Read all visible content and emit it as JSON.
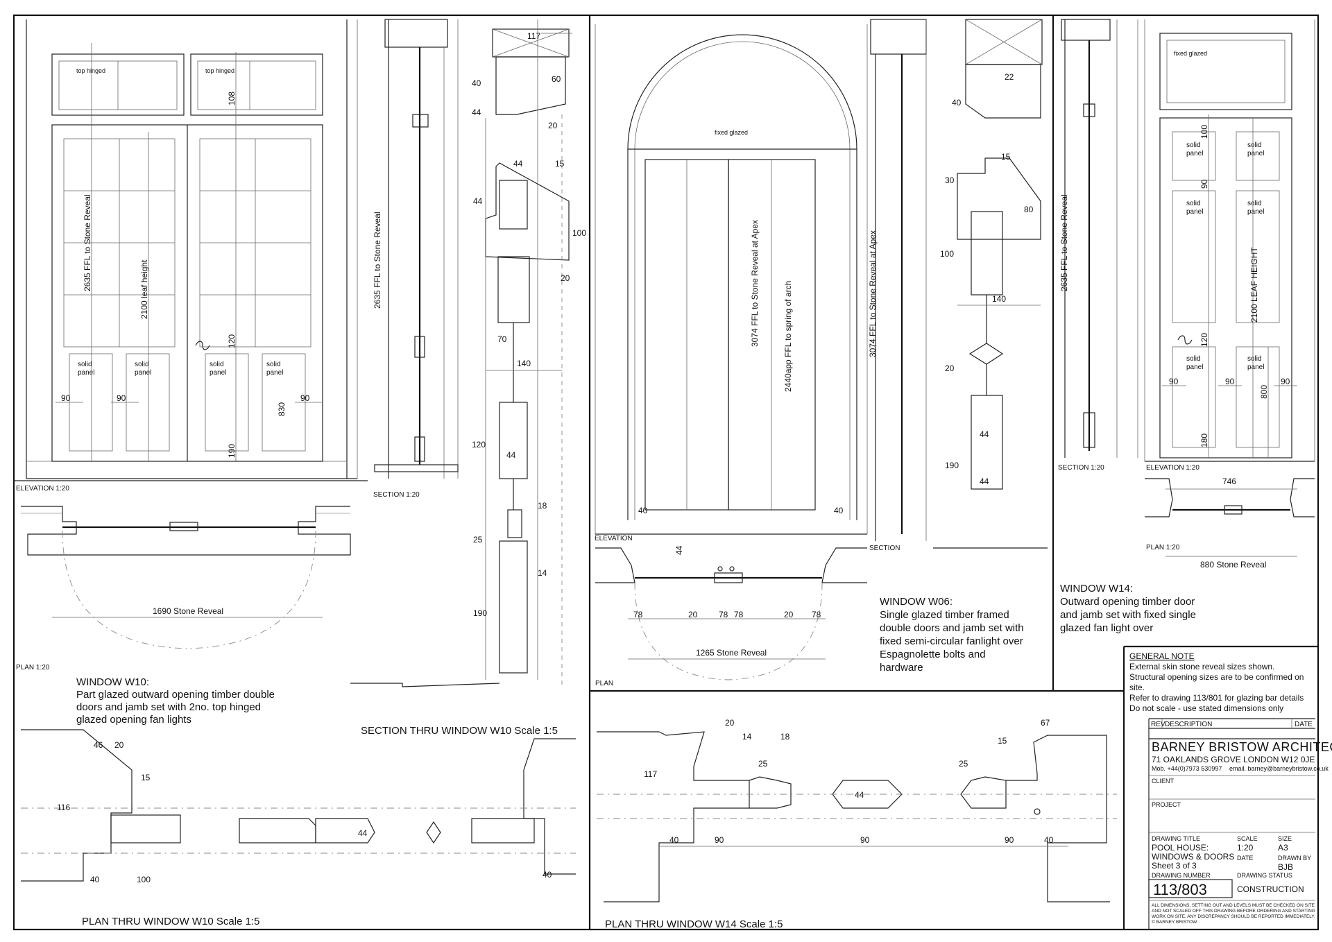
{
  "labels": {
    "top_hinged": "top hinged",
    "fixed_glazed": "fixed glazed",
    "solid_panel_1": "solid",
    "solid_panel_2": "panel",
    "w10_elev_height": "2635 FFL to Stone Reveal",
    "w10_leaf": "2100 leaf height",
    "w10_section_height": "2635 FFL to Stone Reveal",
    "w06_apex": "3074 FFL to Stone Reveal at Apex",
    "w06_spring": "2440app FFL to spring of arch",
    "w06_section_apex": "3074 FFL to Stone Reveal at Apex",
    "w14_height": "2635 FFL to Stone Reveal",
    "w14_leaf": "2100 LEAF HEIGHT",
    "elevation_1_20": "ELEVATION 1:20",
    "section_1_20": "SECTION 1:20",
    "plan_1_20": "PLAN 1:20",
    "elevation": "ELEVATION",
    "section": "SECTION",
    "plan": "PLAN",
    "w10_reveal": "1690 Stone Reveal",
    "w06_reveal": "1265 Stone Reveal",
    "w14_reveal": "880 Stone Reveal",
    "w14_width": "746",
    "section_w10": "SECTION THRU WINDOW W10  Scale 1:5",
    "plan_w10": "PLAN THRU WINDOW W10  Scale 1:5",
    "plan_w14": "PLAN THRU WINDOW W14 Scale 1:5"
  },
  "dims": {
    "d117": "117",
    "d60": "60",
    "d40": "40",
    "d44": "44",
    "d20": "20",
    "d15": "15",
    "d100": "100",
    "d70": "70",
    "d140": "140",
    "d120": "120",
    "d18": "18",
    "d25": "25",
    "d14": "14",
    "d190": "190",
    "d108": "108",
    "d90": "90",
    "d830": "830",
    "d22": "22",
    "d30": "30",
    "d80": "80",
    "d78": "78",
    "d800": "800",
    "d180": "180",
    "d46": "46",
    "d116": "116",
    "d67": "67",
    "d=": "="
  },
  "notes": {
    "w10": [
      "WINDOW W10:",
      "Part glazed outward opening timber double",
      "doors and jamb set with 2no. top hinged",
      "glazed opening fan lights"
    ],
    "w06": [
      "WINDOW W06:",
      "Single glazed timber framed",
      "double doors and jamb set with",
      "fixed semi-circular fanlight over",
      "Espagnolette bolts and",
      "hardware"
    ],
    "w14": [
      "WINDOW W14:",
      "Outward opening timber door",
      "and jamb set with fixed single",
      "glazed fan light over"
    ]
  },
  "general_note": {
    "heading": "GENERAL NOTE",
    "lines": [
      "External skin stone reveal sizes shown.",
      "Structural opening sizes are to be confirmed on",
      "site.",
      "Refer to drawing 113/801 for glazing bar details",
      "Do not scale - use stated dimensions only"
    ]
  },
  "title_block": {
    "rev": "REV",
    "description": "DESCRIPTION",
    "date": "DATE",
    "firm": "BARNEY BRISTOW ARCHITECTS",
    "address": "71 OAKLANDS GROVE  LONDON  W12 0JE",
    "mobile": "Mob. +44(0)7973 530997",
    "email": "email. barney@barneybristow.co.uk",
    "client_label": "CLIENT",
    "project_label": "PROJECT",
    "drawing_title_label": "DRAWING TITLE",
    "drawing_title": [
      "POOL HOUSE:",
      "WINDOWS & DOORS",
      "Sheet 3 of 3"
    ],
    "scale_label": "SCALE",
    "scale": "1:20",
    "size_label": "SIZE",
    "size": "A3",
    "date_label": "DATE",
    "drawn_by_label": "DRAWN BY",
    "drawn_by": "BJB",
    "drawing_number_label": "DRAWING NUMBER",
    "drawing_status_label": "DRAWING STATUS",
    "drawing_number": "113/803",
    "drawing_status": "CONSTRUCTION",
    "disclaimer": [
      "ALL DIMENSIONS, SETTING OUT AND LEVELS MUST BE CHECKED ON SITE",
      "AND NOT SCALED OFF THIS DRAWING BEFORE ORDERING AND STARTING",
      "WORK ON SITE. ANY DISCREPANCY SHOULD BE REPORTED IMMEDIATELY.",
      "© BARNEY BRISTOW"
    ]
  }
}
